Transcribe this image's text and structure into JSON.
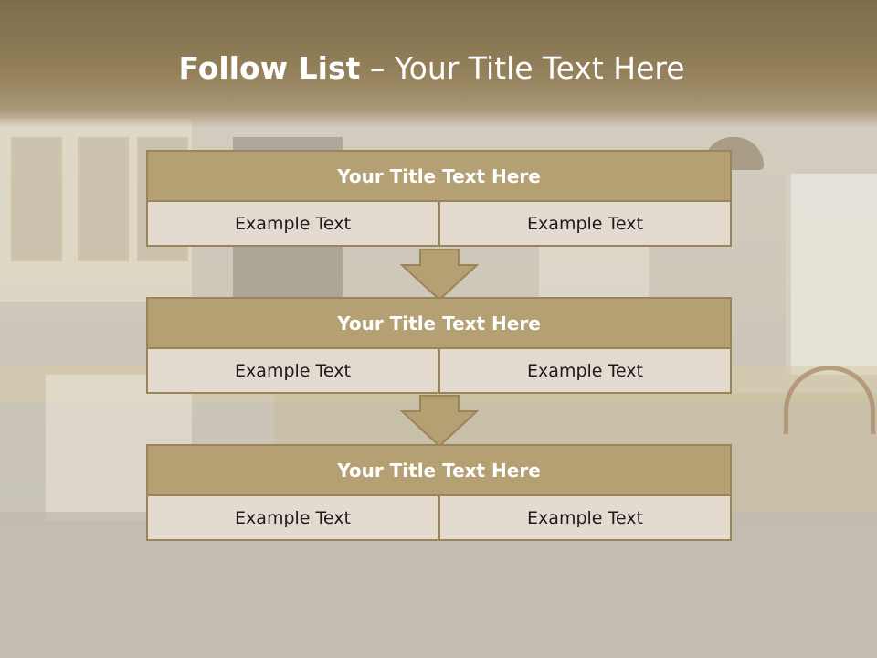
{
  "slide": {
    "title_bold": "Follow List",
    "title_rest": " – Your Title Text Here"
  },
  "blocks": [
    {
      "title": "Your Title Text Here",
      "left": "Example Text",
      "right": "Example Text"
    },
    {
      "title": "Your Title Text Here",
      "left": "Example Text",
      "right": "Example Text"
    },
    {
      "title": "Your Title Text Here",
      "left": "Example Text",
      "right": "Example Text"
    }
  ],
  "colors": {
    "header_fill": "#b4a073",
    "border": "#9a8558",
    "cell_fill": "#e3dad0",
    "arrow_fill": "#b4a073"
  }
}
